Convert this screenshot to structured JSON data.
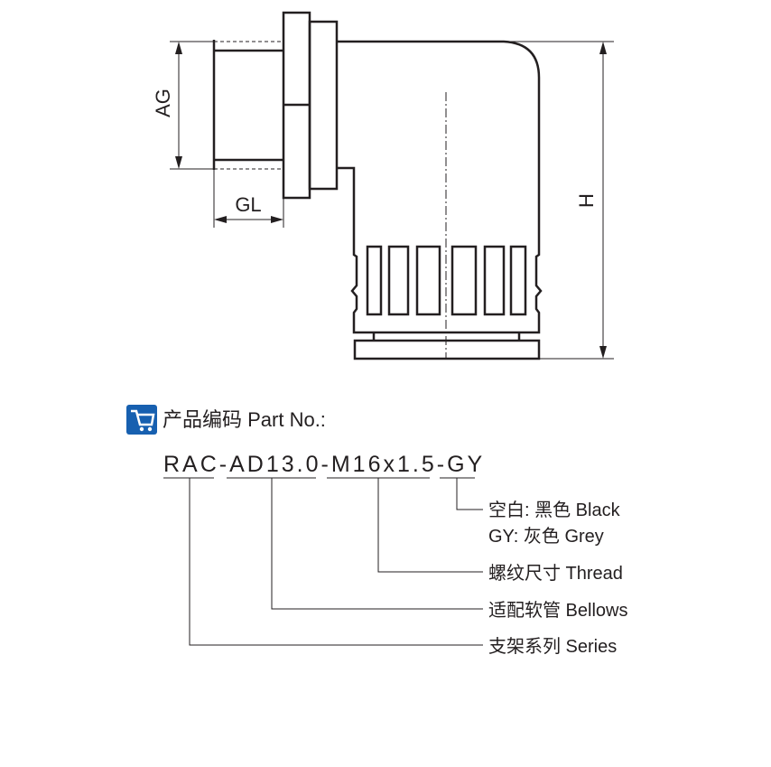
{
  "drawing": {
    "dim_ag": "AG",
    "dim_gl": "GL",
    "dim_h": "H"
  },
  "part_no": {
    "heading": "产品编码 Part No.:",
    "icon": "shopping-cart-icon",
    "icon_color": "#1760b0",
    "segments": [
      "RAC",
      "AD13.0",
      "M16x1.5",
      "GY"
    ],
    "separator": "-",
    "code": "RAC-AD13.0-M16x1.5-GY",
    "legend": {
      "color_blank": "空白: 黑色 Black",
      "color_gy": "GY: 灰色 Grey",
      "thread": "螺纹尺寸 Thread",
      "bellows": "适配软管 Bellows",
      "series": "支架系列 Series"
    }
  }
}
